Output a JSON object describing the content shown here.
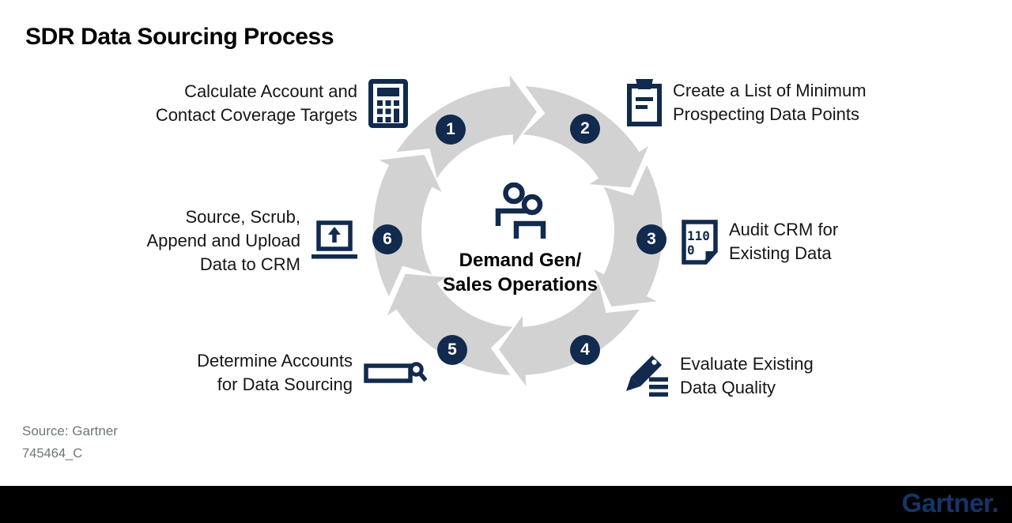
{
  "title": "SDR Data Sourcing Process",
  "colors": {
    "navy": "#112A4D",
    "arrow_gray": "#D2D2D2",
    "footer_bg": "#000000",
    "logo_navy": "#163467",
    "source_gray": "#6E7873"
  },
  "center": {
    "icon": "two-people-icon",
    "lines": [
      "Demand Gen/",
      "Sales Operations"
    ]
  },
  "steps": [
    {
      "number": "1",
      "icon": "calculator-icon",
      "lines": [
        "Calculate Account and",
        "Contact Coverage Targets"
      ]
    },
    {
      "number": "2",
      "icon": "clipboard-icon",
      "lines": [
        "Create a List of Minimum",
        "Prospecting Data Points"
      ]
    },
    {
      "number": "3",
      "icon": "data-document-icon",
      "lines": [
        "Audit CRM for",
        "Existing Data"
      ],
      "icon_text": [
        "110",
        "0"
      ]
    },
    {
      "number": "4",
      "icon": "pencil-list-icon",
      "lines": [
        "Evaluate Existing",
        "Data Quality"
      ]
    },
    {
      "number": "5",
      "icon": "search-box-icon",
      "lines": [
        "Determine Accounts",
        "for Data Sourcing"
      ]
    },
    {
      "number": "6",
      "icon": "upload-laptop-icon",
      "lines": [
        "Source, Scrub,",
        "Append and Upload",
        "Data to CRM"
      ]
    }
  ],
  "footer": {
    "source": "Source: Gartner",
    "doc_id": "745464_C",
    "logo": "Gartner."
  }
}
